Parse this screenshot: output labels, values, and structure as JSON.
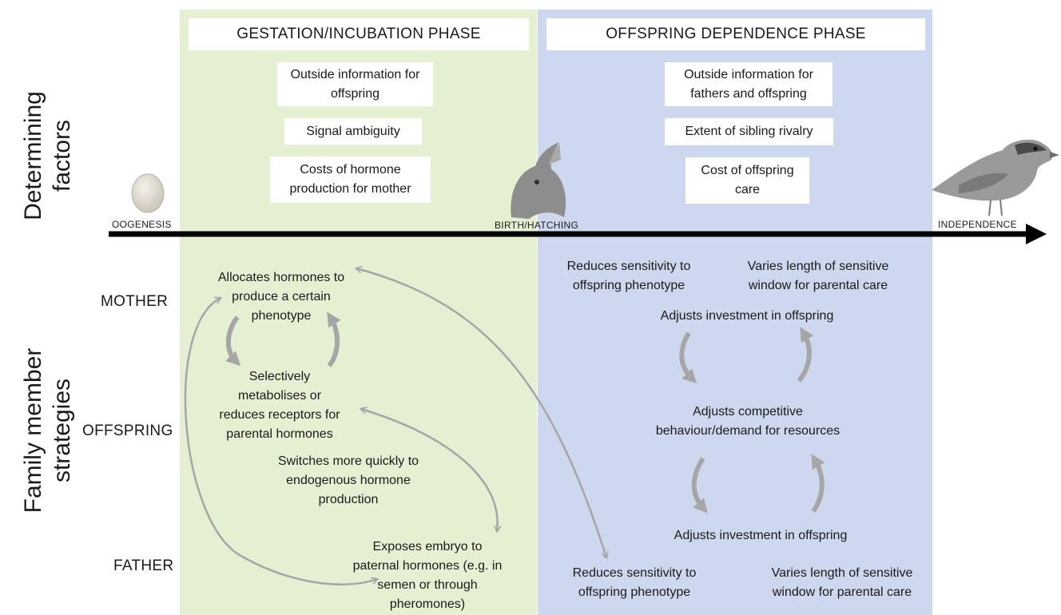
{
  "axis_labels": {
    "determining_factors": "Determining\nfactors",
    "family_member_strategies": "Family member\nstrategies"
  },
  "phases": {
    "gestation": "GESTATION/INCUBATION PHASE",
    "dependence": "OFFSPRING DEPENDENCE PHASE"
  },
  "factors": {
    "gestation": [
      "Outside information for offspring",
      "Signal ambiguity",
      "Costs of hormone production for mother"
    ],
    "dependence": [
      "Outside information for fathers and offspring",
      "Extent of sibling rivalry",
      "Cost of offspring care"
    ]
  },
  "timeline": {
    "oogenesis": "OOGENESIS",
    "birth": "BIRTH/HATCHING",
    "independence": "INDEPENDENCE"
  },
  "images": {
    "egg": "egg-icon",
    "chick": "hatchling-chick-icon",
    "bird": "adult-sparrow-icon"
  },
  "roles": {
    "mother": "MOTHER",
    "offspring": "OFFSPRING",
    "father": "FATHER"
  },
  "strategies": {
    "gestation": {
      "mother": "Allocates hormones to\nproduce a certain\nphenotype",
      "offspring_metabolise": "Selectively\nmetabolises or\nreduces receptors for\nparental hormones",
      "offspring_switch": "Switches more quickly to\nendogenous hormone\nproduction",
      "father": "Exposes embryo to\npaternal hormones (e.g. in\nsemen or through\npheromones)"
    },
    "dependence": {
      "mother_sensitivity": "Reduces sensitivity to\noffspring phenotype",
      "mother_window": "Varies length of sensitive\nwindow for parental care",
      "mother_investment": "Adjusts investment in offspring",
      "offspring_competition": "Adjusts competitive\nbehaviour/demand for resources",
      "father_investment": "Adjusts investment in offspring",
      "father_sensitivity": "Reduces sensitivity to\noffspring phenotype",
      "father_window": "Varies length of sensitive\nwindow for parental care"
    }
  },
  "colors": {
    "gestation_panel": "#e5f0d3",
    "dependence_panel": "#cdd8ee",
    "arrow_gray": "#a6a6a6",
    "timeline": "#000000"
  }
}
